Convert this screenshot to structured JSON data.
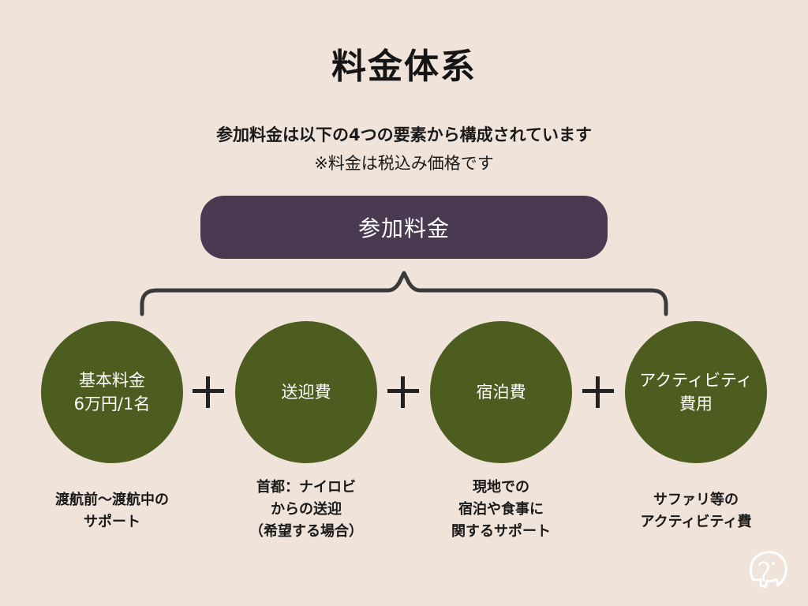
{
  "title": "料金体系",
  "subtitle": "参加料金は以下の4つの要素から構成されています",
  "note": "※料金は税込み価格です",
  "total": {
    "label": "参加料金"
  },
  "components": [
    {
      "line1": "基本料金",
      "line2": "6万円/1名",
      "desc1": "渡航前〜渡航中の",
      "desc2": "サポート",
      "desc3": ""
    },
    {
      "line1": "送迎費",
      "line2": "",
      "desc1": "首都：ナイロビ",
      "desc2": "からの送迎",
      "desc3": "（希望する場合）"
    },
    {
      "line1": "宿泊費",
      "line2": "",
      "desc1": "現地での",
      "desc2": "宿泊や食事に",
      "desc3": "関するサポート"
    },
    {
      "line1": "アクティビティ",
      "line2": "費用",
      "desc1": "サファリ等の",
      "desc2": "アクティビティ費",
      "desc3": ""
    }
  ],
  "colors": {
    "background": "#efe3da",
    "pill": "#4a3a51",
    "circle": "#4d5c1f",
    "brace": "#3a3a3a"
  },
  "icons": {
    "plus": "plus-icon",
    "logo": "elephant-logo-icon"
  }
}
